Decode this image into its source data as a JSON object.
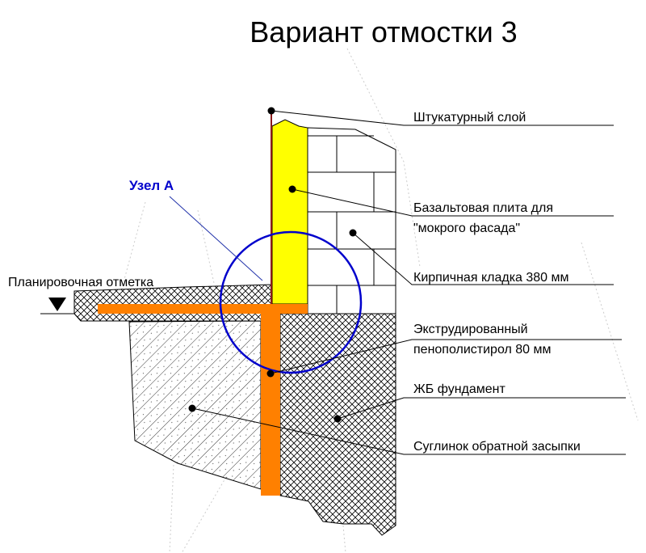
{
  "title": "Вариант отмостки 3",
  "node_label": "Узел А",
  "grade_label": "Планировочная отметка",
  "callouts": [
    {
      "lines": [
        "Штукатурный слой"
      ]
    },
    {
      "lines": [
        "Базальтовая плита для",
        "\"мокрого фасада\""
      ]
    },
    {
      "lines": [
        "Кирпичная кладка 380 мм"
      ]
    },
    {
      "lines": [
        "Экструдированный",
        "пенополистирол 80 мм"
      ]
    },
    {
      "lines": [
        "ЖБ фундамент"
      ]
    },
    {
      "lines": [
        "Суглинок обратной засыпки"
      ]
    }
  ],
  "colors": {
    "insulation": "#ffff00",
    "xps": "#ff8000",
    "render": "#8b1a1a",
    "node": "#0000cc"
  }
}
